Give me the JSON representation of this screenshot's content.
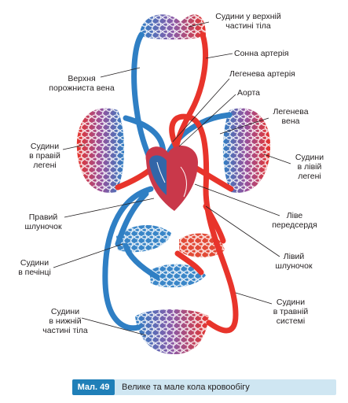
{
  "labels": {
    "upper_body_vessels": "Судини у верхній\nчастині тіла",
    "carotid_artery": "Сонна артерія",
    "superior_vena_cava": "Верхня\nпорожниста вена",
    "pulmonary_artery": "Легенева артерія",
    "aorta": "Аорта",
    "pulmonary_vein": "Легенева\nвена",
    "right_lung_vessels": "Судини\nв правій\nлегені",
    "left_lung_vessels": "Судини\nв лівій\nлегені",
    "right_ventricle": "Правий\nшлуночок",
    "left_atrium": "Ліве\nпередсердя",
    "liver_vessels": "Судини\nв печінці",
    "left_ventricle": "Лівий\nшлуночок",
    "lower_body_vessels": "Судини\nв нижній\nчастині тіла",
    "digestive_vessels": "Судини\nв травній\nсистемі"
  },
  "caption": {
    "number": "Мал. 49",
    "text": "Велике та мале кола кровообігу"
  },
  "colors": {
    "arterial": "#e8342b",
    "venous": "#2f7fc4",
    "heart": "#c9384a",
    "caption_badge": "#1f7fb8",
    "caption_bar": "#cfe6f2"
  }
}
